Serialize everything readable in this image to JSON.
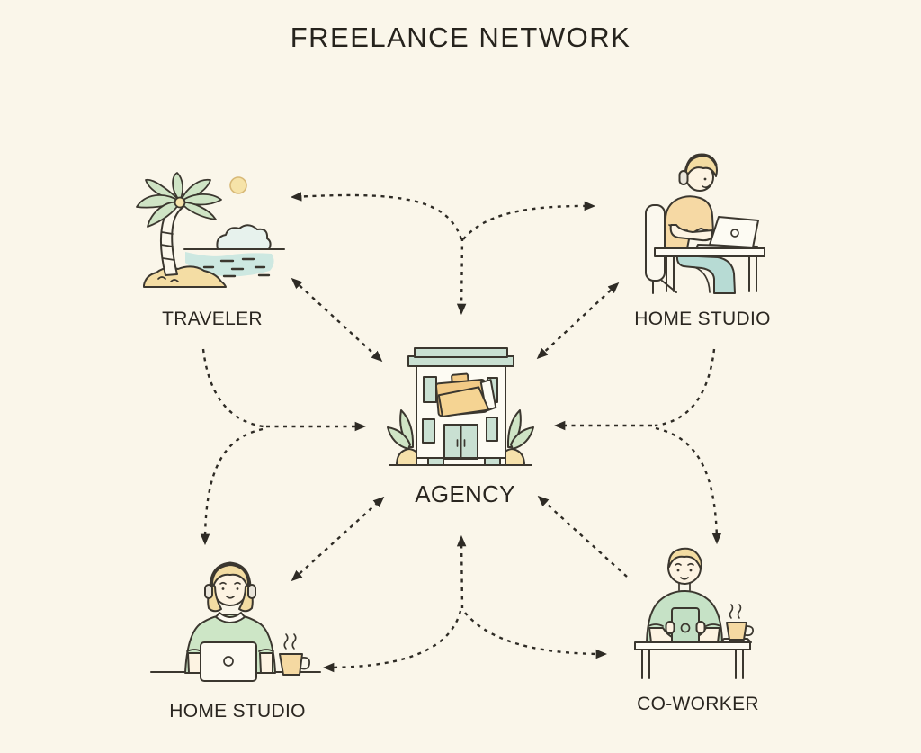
{
  "title": "FREELANCE NETWORK",
  "diagram": {
    "center": {
      "id": "agency",
      "label": "AGENCY",
      "icon": "agency-building-with-folder"
    },
    "nodes": [
      {
        "id": "traveler",
        "label": "TRAVELER",
        "position": "top-left",
        "icon": "beach-palm-tree-sun-sea"
      },
      {
        "id": "home-studio-top",
        "label": "HOME STUDIO",
        "position": "top-right",
        "icon": "person-headphones-laptop-desk"
      },
      {
        "id": "home-studio-bottom",
        "label": "HOME STUDIO",
        "position": "bottom-left",
        "icon": "woman-headphones-laptop-coffee"
      },
      {
        "id": "co-worker",
        "label": "CO-WORKER",
        "position": "bottom-right",
        "icon": "man-tablet-table-coffee"
      }
    ],
    "connections": [
      {
        "id": "top-hub",
        "type": "three-way dashed fan",
        "arrowheads_at": [
          "traveler",
          "home-studio-top",
          "agency"
        ]
      },
      {
        "id": "left-hub",
        "type": "three-way dashed fan",
        "from": "traveler",
        "arrowheads_at": [
          "agency",
          "home-studio-bottom"
        ]
      },
      {
        "id": "right-hub",
        "type": "three-way dashed fan",
        "from": "home-studio-top",
        "arrowheads_at": [
          "agency",
          "co-worker"
        ]
      },
      {
        "id": "bottom-hub",
        "type": "three-way dashed fan",
        "arrowheads_at": [
          "agency",
          "home-studio-bottom",
          "co-worker"
        ]
      },
      {
        "id": "traveler-agency-diagonal",
        "type": "straight dashed",
        "arrowheads_at": [
          "traveler",
          "agency"
        ]
      },
      {
        "id": "home-studio-top-agency-diagonal",
        "type": "straight dashed",
        "arrowheads_at": [
          "home-studio-top",
          "agency"
        ]
      },
      {
        "id": "home-studio-bottom-agency-diagonal",
        "type": "straight dashed",
        "arrowheads_at": [
          "home-studio-bottom",
          "agency"
        ]
      },
      {
        "id": "co-worker-agency-diagonal",
        "type": "straight dashed",
        "arrowheads_at": [
          "agency"
        ]
      }
    ]
  },
  "colors": {
    "background": "#FAF6EA",
    "line_ink": "#3B372F",
    "arrow_ink": "#2E2B25",
    "text": "#2A2620",
    "leaf_green": "#CFE4C5",
    "window_teal": "#C9E0D2",
    "pants_teal": "#B7DBD4",
    "sea_blue": "#CDE8E1",
    "sand_tan": "#F4DDA4",
    "folder_yellow": "#F2CA86",
    "shirt_orange": "#F6D9A4",
    "shirt_green": "#CDE6C6",
    "mug_tan": "#F5D9A2",
    "hair_blonde": "#F3DCA2",
    "skin": "#FDF3E2"
  }
}
